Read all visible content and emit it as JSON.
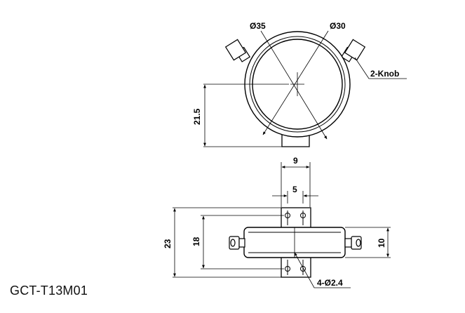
{
  "model_code": "GCT-T13M01",
  "labels": {
    "outer_diameter": "Ø35",
    "inner_diameter": "Ø30",
    "knob": "2-Knob",
    "center_height": "21.5",
    "width_total": "9",
    "hole_spacing": "5",
    "height_total": "23",
    "hole_span": "18",
    "ring_height": "10",
    "holes": "4-Ø2.4"
  },
  "colors": {
    "line": "#000000",
    "paper": "#ffffff"
  }
}
